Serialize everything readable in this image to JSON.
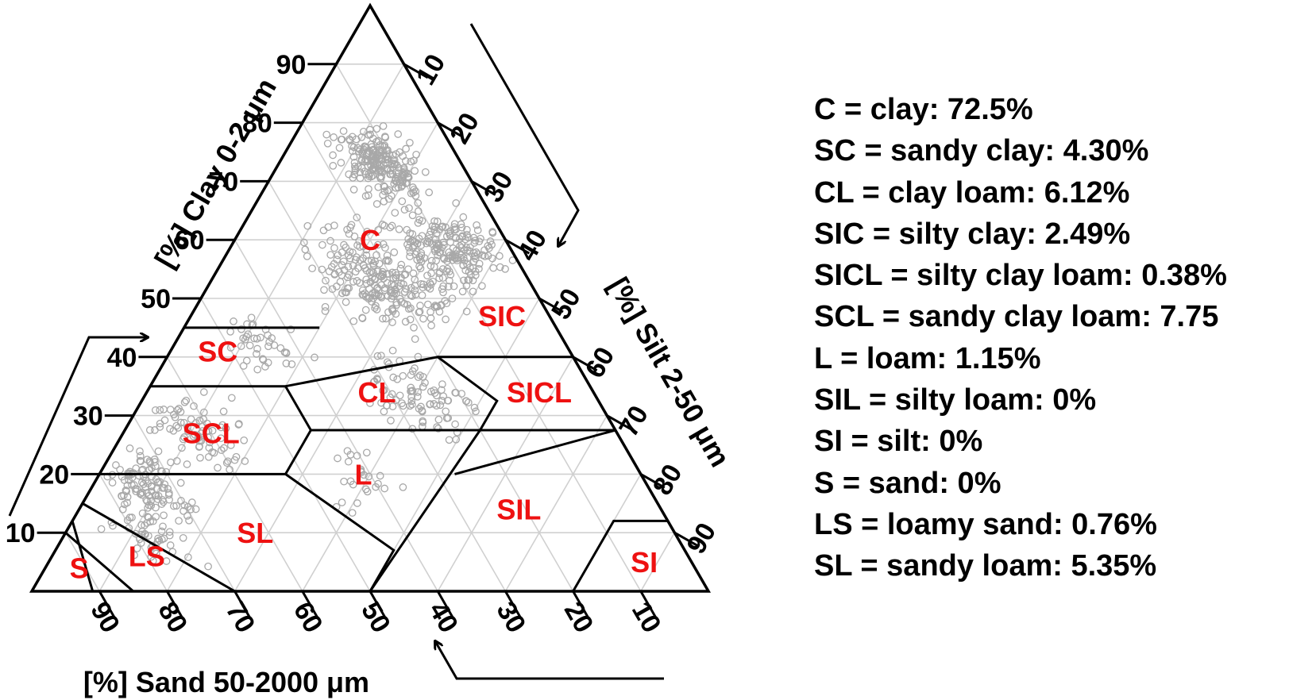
{
  "chart_data": {
    "type": "ternary",
    "axes": {
      "clay": {
        "title": "[%] Clay 0-2 μm",
        "ticks": [
          "10",
          "20",
          "30",
          "40",
          "50",
          "60",
          "70",
          "80",
          "90"
        ]
      },
      "silt": {
        "title": "[%] Silt 2-50 μm",
        "ticks": [
          "10",
          "20",
          "30",
          "40",
          "50",
          "60",
          "70",
          "80",
          "90"
        ]
      },
      "sand": {
        "title": "[%] Sand 50-2000 μm",
        "ticks": [
          "90",
          "80",
          "70",
          "60",
          "50",
          "40",
          "30",
          "20",
          "10"
        ]
      }
    },
    "grid": true,
    "classes": [
      {
        "code": "C",
        "sand": 20,
        "silt": 20,
        "clay": 60
      },
      {
        "code": "SC",
        "sand": 52,
        "silt": 7,
        "clay": 41
      },
      {
        "code": "CL",
        "sand": 32,
        "silt": 34,
        "clay": 34
      },
      {
        "code": "SIC",
        "sand": 7,
        "silt": 46,
        "clay": 47
      },
      {
        "code": "SICL",
        "sand": 8,
        "silt": 58,
        "clay": 34
      },
      {
        "code": "SCL",
        "sand": 60,
        "silt": 13,
        "clay": 27
      },
      {
        "code": "L",
        "sand": 41,
        "silt": 39,
        "clay": 20
      },
      {
        "code": "SIL",
        "sand": 21,
        "silt": 65,
        "clay": 14
      },
      {
        "code": "SI",
        "sand": 7,
        "silt": 88,
        "clay": 5
      },
      {
        "code": "S",
        "sand": 91,
        "silt": 5,
        "clay": 4
      },
      {
        "code": "LS",
        "sand": 80,
        "silt": 14,
        "clay": 6
      },
      {
        "code": "SL",
        "sand": 62,
        "silt": 28,
        "clay": 10
      }
    ],
    "legend": [
      {
        "text": "C = clay: 72.5%",
        "code": "C",
        "value": 72.5
      },
      {
        "text": "SC = sandy clay: 4.30%",
        "code": "SC",
        "value": 4.3
      },
      {
        "text": "CL = clay loam: 6.12%",
        "code": "CL",
        "value": 6.12
      },
      {
        "text": "SIC = silty clay: 2.49%",
        "code": "SIC",
        "value": 2.49
      },
      {
        "text": "SICL = silty clay loam: 0.38%",
        "code": "SICL",
        "value": 0.38
      },
      {
        "text": "SCL = sandy clay loam: 7.75",
        "code": "SCL",
        "value": 7.75
      },
      {
        "text": "L = loam: 1.15%",
        "code": "L",
        "value": 1.15
      },
      {
        "text": "SIL = silty loam: 0%",
        "code": "SIL",
        "value": 0
      },
      {
        "text": "SI = silt: 0%",
        "code": "SI",
        "value": 0
      },
      {
        "text": "S = sand: 0%",
        "code": "S",
        "value": 0
      },
      {
        "text": "LS = loamy sand: 0.76%",
        "code": "LS",
        "value": 0.76
      },
      {
        "text": "SL = sandy loam: 5.35%",
        "code": "SL",
        "value": 5.35
      }
    ],
    "legend_position": "right",
    "boundary_color": "#000000",
    "grid_color": "#d0d0d0",
    "point_color": "#a8a8a8",
    "label_color": "#ee1111",
    "sample_clusters": [
      {
        "sand": 12,
        "silt": 15,
        "clay": 73,
        "n": 220,
        "spread": 5
      },
      {
        "sand": 9,
        "silt": 33,
        "clay": 58,
        "n": 190,
        "spread": 6
      },
      {
        "sand": 22,
        "silt": 25,
        "clay": 53,
        "n": 240,
        "spread": 8
      },
      {
        "sand": 26,
        "silt": 40,
        "clay": 34,
        "n": 90,
        "spread": 6
      },
      {
        "sand": 45,
        "silt": 13,
        "clay": 42,
        "n": 40,
        "spread": 5
      },
      {
        "sand": 62,
        "silt": 11,
        "clay": 27,
        "n": 80,
        "spread": 6
      },
      {
        "sand": 74,
        "silt": 8,
        "clay": 18,
        "n": 110,
        "spread": 5
      },
      {
        "sand": 78,
        "silt": 12,
        "clay": 10,
        "n": 50,
        "spread": 5
      },
      {
        "sand": 42,
        "silt": 40,
        "clay": 18,
        "n": 25,
        "spread": 5
      }
    ]
  }
}
